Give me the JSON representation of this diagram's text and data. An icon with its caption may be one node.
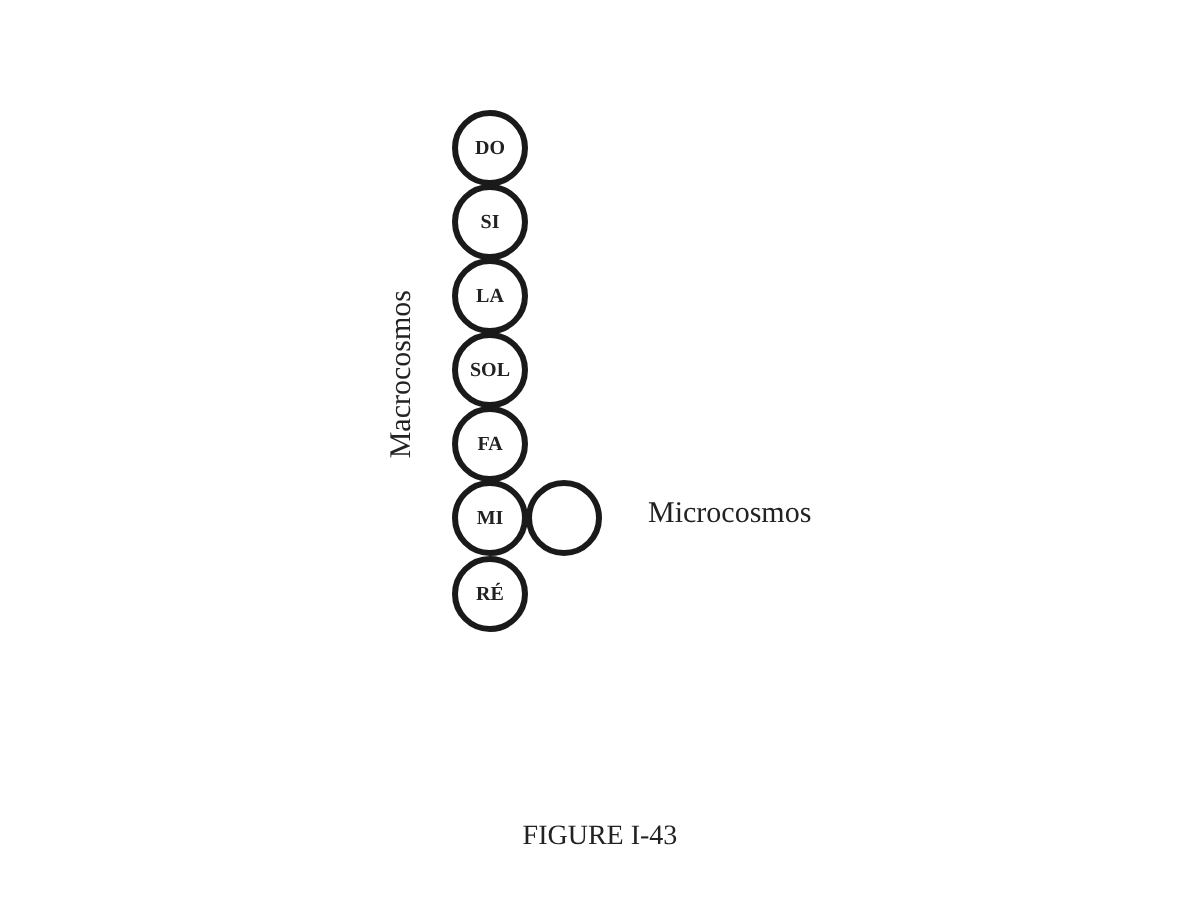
{
  "diagram": {
    "caption": "FIGURE I-43",
    "nodes": [
      {
        "text": [
          "DO"
        ]
      },
      {
        "text": [
          "SI"
        ]
      },
      {
        "text": [
          "LA"
        ]
      },
      {
        "text": [
          "SOL"
        ]
      },
      {
        "text": [
          "FA"
        ]
      },
      {
        "text": [
          "MI"
        ]
      },
      {
        "text": [
          "RÉ"
        ]
      },
      {
        "text": [],
        "shape": "circle"
      }
    ],
    "edges": [],
    "labels": [
      "Macrocosmos",
      "Microcosmos"
    ]
  }
}
